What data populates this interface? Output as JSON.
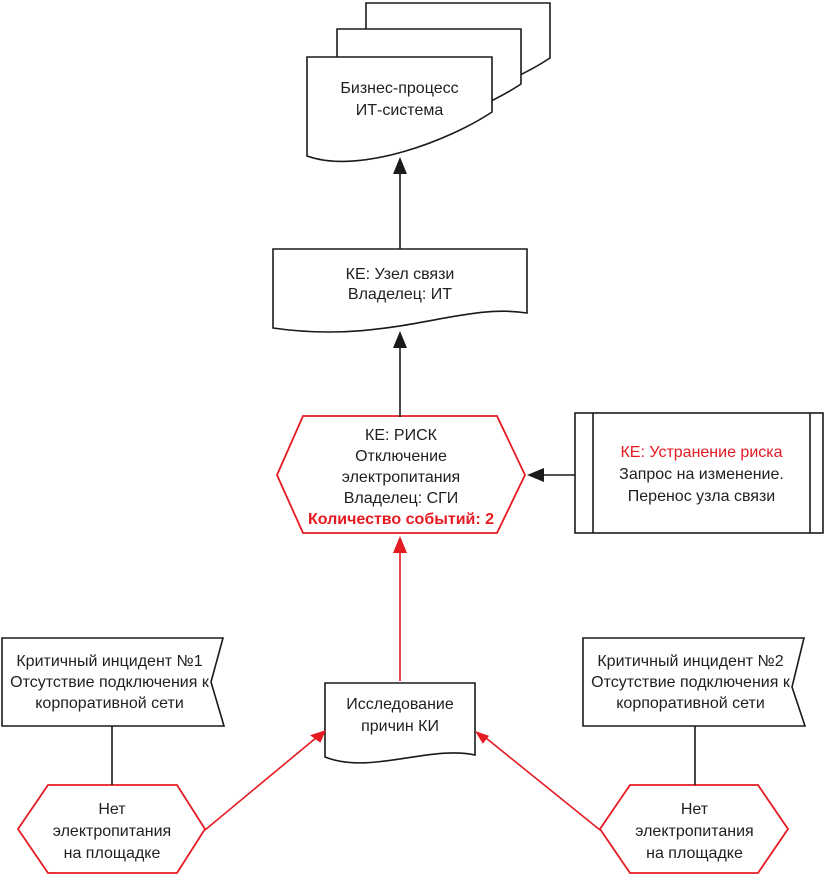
{
  "colors": {
    "accent_red": "#e51a22",
    "line_black": "#1a1a1a",
    "fill_white": "#ffffff"
  },
  "nodes": {
    "business_process": {
      "shape": "document-stack",
      "lines": [
        "Бизнес-процесс",
        "ИТ-система"
      ]
    },
    "ke_uzel_svyazi": {
      "shape": "document",
      "lines": [
        "КЕ: Узел связи",
        "Владелец: ИТ"
      ]
    },
    "ke_risk": {
      "shape": "hexagon",
      "border": "red",
      "lines": [
        "КЕ: РИСК",
        "Отключение",
        "электропитания",
        "Владелец: СГИ",
        "Количество событий: 2"
      ]
    },
    "ke_ustranenie": {
      "shape": "predefined-process",
      "lines": [
        "КЕ: Устранение риска",
        "Запрос на изменение.",
        "Перенос узла связи"
      ]
    },
    "incident_1": {
      "shape": "notched-card",
      "lines": [
        "Критичный инцидент №1",
        "Отсутствие подключения к",
        "корпоративной сети"
      ]
    },
    "research": {
      "shape": "document",
      "lines": [
        "Исследование",
        "причин КИ"
      ]
    },
    "incident_2": {
      "shape": "notched-card",
      "lines": [
        "Критичный инцидент №2",
        "Отсутствие подключения к",
        "корпоративной сети"
      ]
    },
    "no_power_1": {
      "shape": "hexagon",
      "border": "red",
      "lines": [
        "Нет",
        "электропитания",
        "на площадке"
      ]
    },
    "no_power_2": {
      "shape": "hexagon",
      "border": "red",
      "lines": [
        "Нет",
        "электропитания",
        "на площадке"
      ]
    }
  }
}
